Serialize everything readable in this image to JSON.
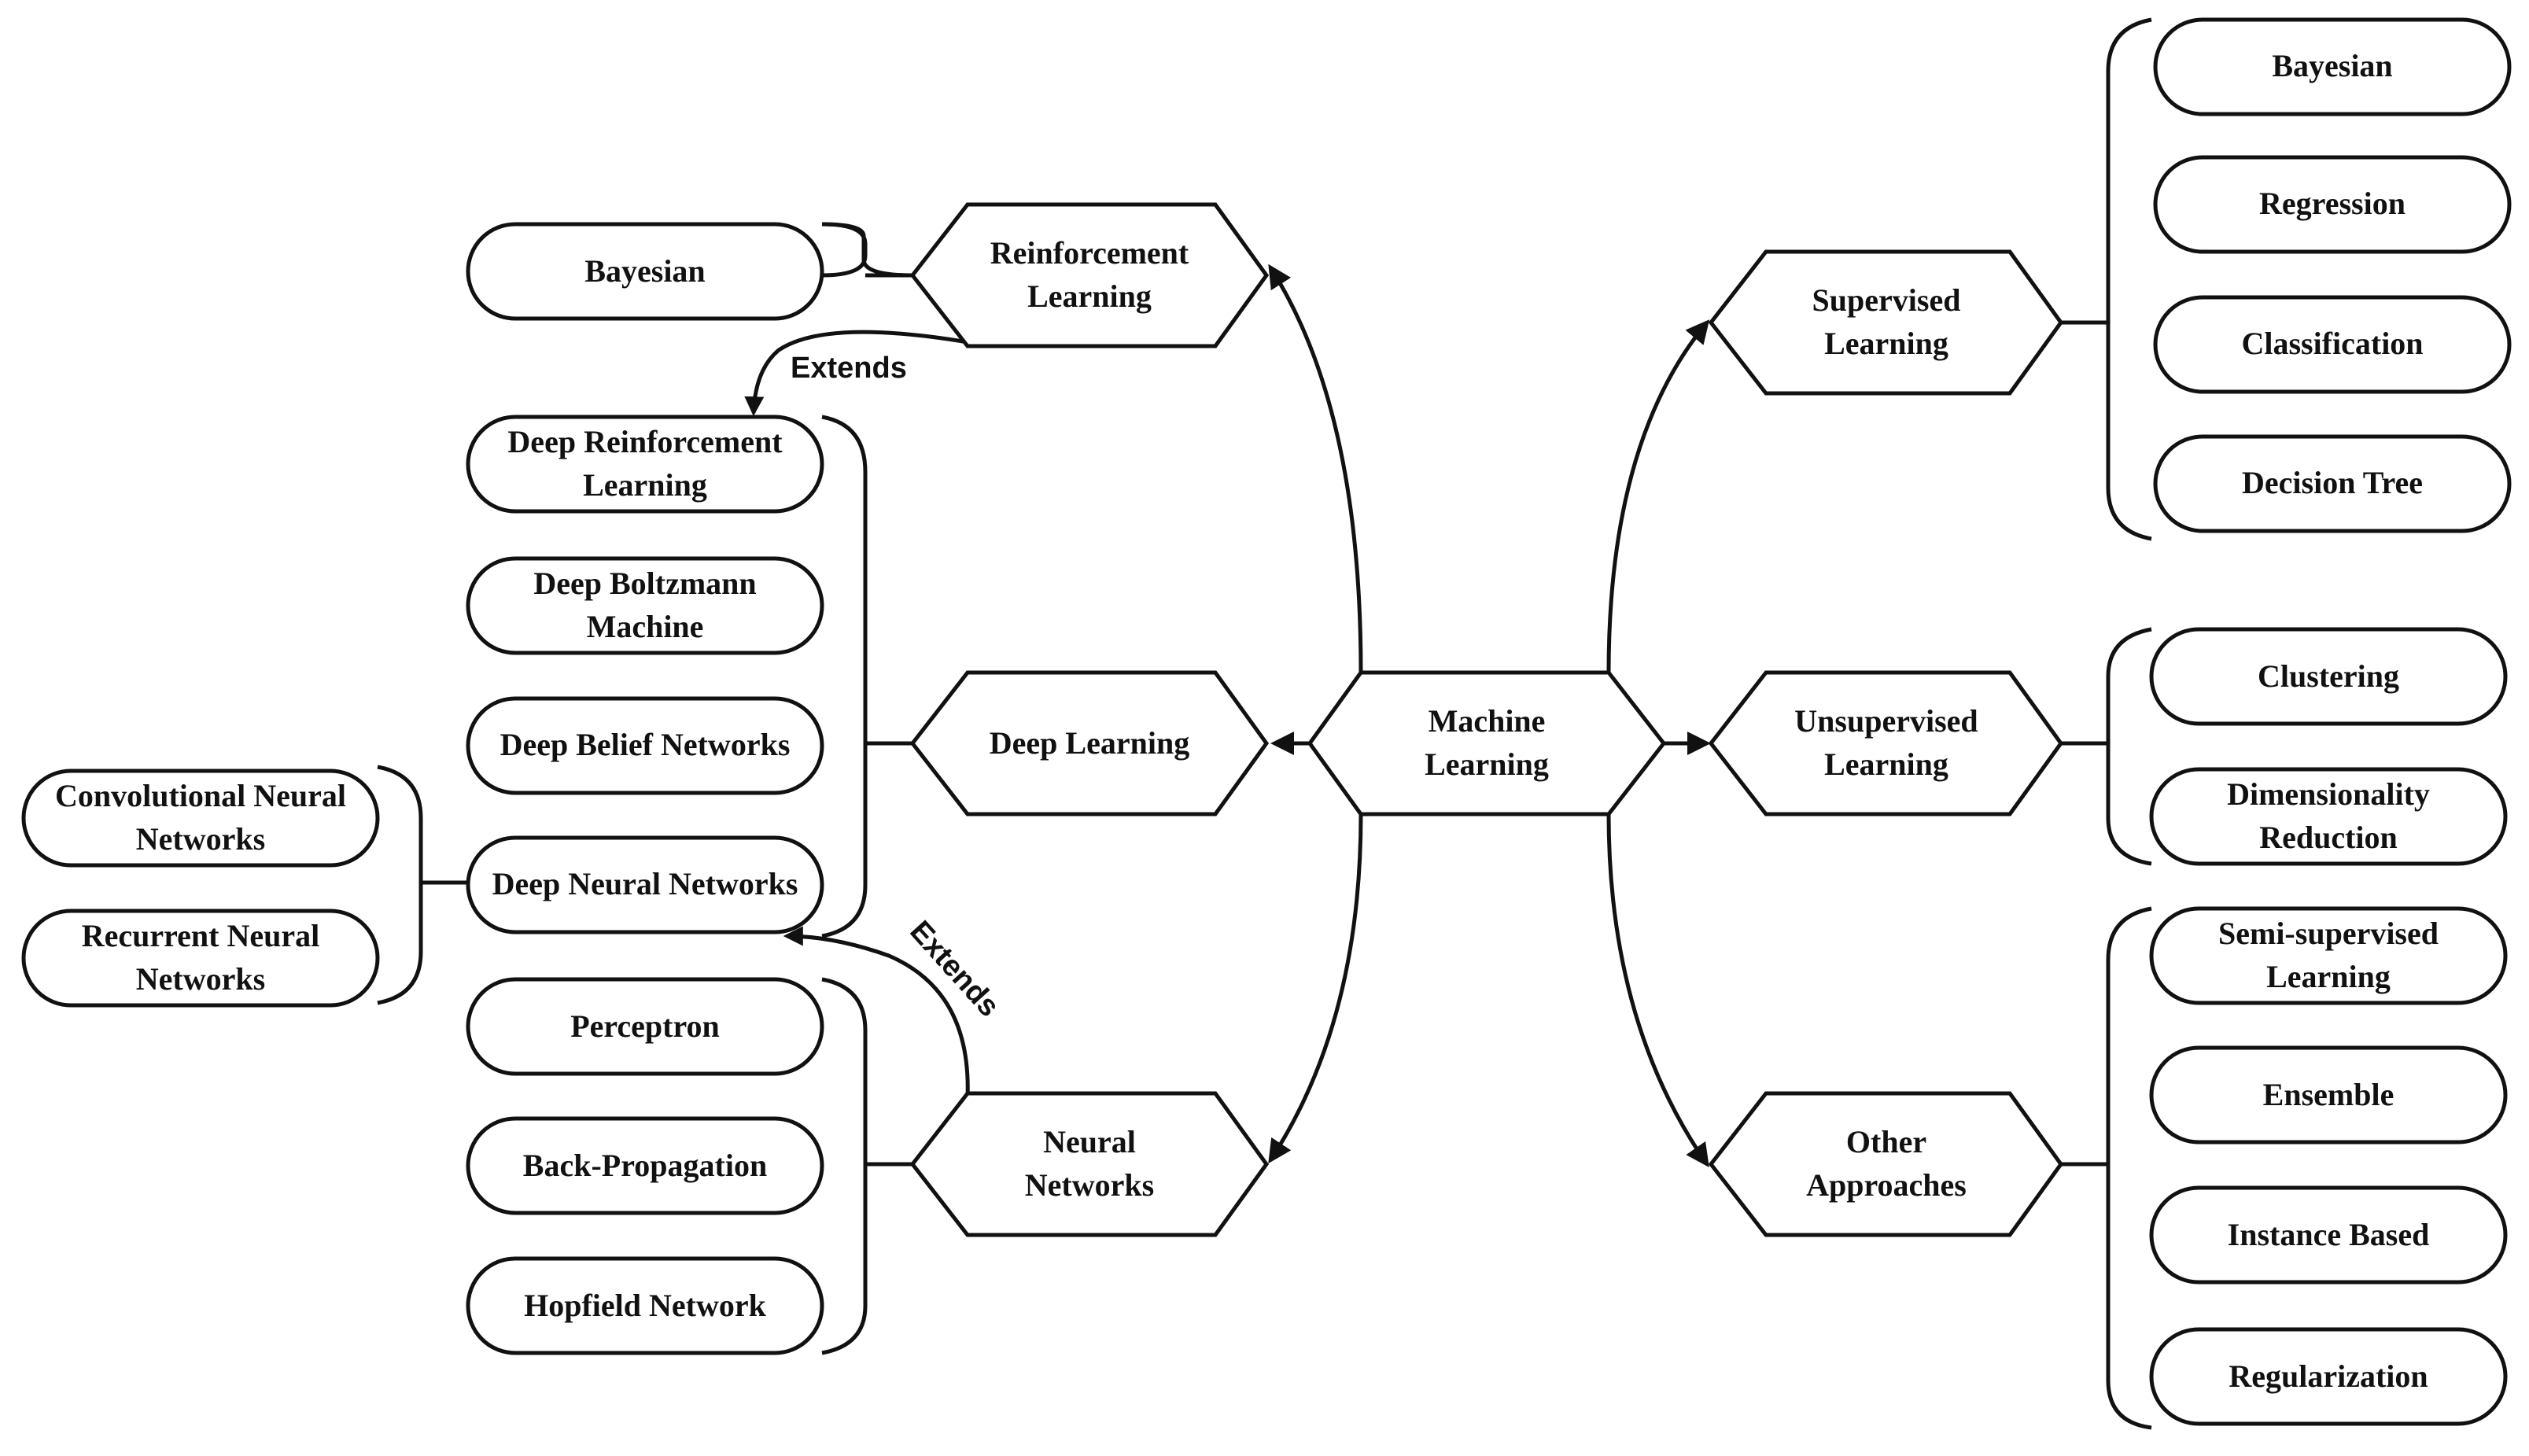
{
  "center": {
    "lines": [
      "Machine",
      "Learning"
    ]
  },
  "hexagons": {
    "reinforcement": {
      "lines": [
        "Reinforcement",
        "Learning"
      ]
    },
    "deep_learning": {
      "lines": [
        "Deep Learning"
      ]
    },
    "neural_networks": {
      "lines": [
        "Neural",
        "Networks"
      ]
    },
    "supervised": {
      "lines": [
        "Supervised",
        "Learning"
      ]
    },
    "unsupervised": {
      "lines": [
        "Unsupervised",
        "Learning"
      ]
    },
    "other": {
      "lines": [
        "Other",
        "Approaches"
      ]
    }
  },
  "leaves": {
    "rl_bayesian": {
      "lines": [
        "Bayesian"
      ]
    },
    "deep_rl": {
      "lines": [
        "Deep Reinforcement",
        "Learning"
      ]
    },
    "deep_boltzmann": {
      "lines": [
        "Deep Boltzmann",
        "Machine"
      ]
    },
    "deep_belief": {
      "lines": [
        "Deep Belief Networks"
      ]
    },
    "deep_neural": {
      "lines": [
        "Deep Neural Networks"
      ]
    },
    "cnn": {
      "lines": [
        "Convolutional Neural",
        "Networks"
      ]
    },
    "rnn": {
      "lines": [
        "Recurrent Neural",
        "Networks"
      ]
    },
    "perceptron": {
      "lines": [
        "Perceptron"
      ]
    },
    "backprop": {
      "lines": [
        "Back-Propagation"
      ]
    },
    "hopfield": {
      "lines": [
        "Hopfield Network"
      ]
    },
    "sup_bayesian": {
      "lines": [
        "Bayesian"
      ]
    },
    "regression": {
      "lines": [
        "Regression"
      ]
    },
    "classification": {
      "lines": [
        "Classification"
      ]
    },
    "decision_tree": {
      "lines": [
        "Decision Tree"
      ]
    },
    "clustering": {
      "lines": [
        "Clustering"
      ]
    },
    "dim_reduction": {
      "lines": [
        "Dimensionality",
        "Reduction"
      ]
    },
    "semi_supervised": {
      "lines": [
        "Semi-supervised",
        "Learning"
      ]
    },
    "ensemble": {
      "lines": [
        "Ensemble"
      ]
    },
    "instance_based": {
      "lines": [
        "Instance Based"
      ]
    },
    "regularization": {
      "lines": [
        "Regularization"
      ]
    }
  },
  "edge_labels": {
    "extends_top": "Extends",
    "extends_bottom": "Extends"
  }
}
